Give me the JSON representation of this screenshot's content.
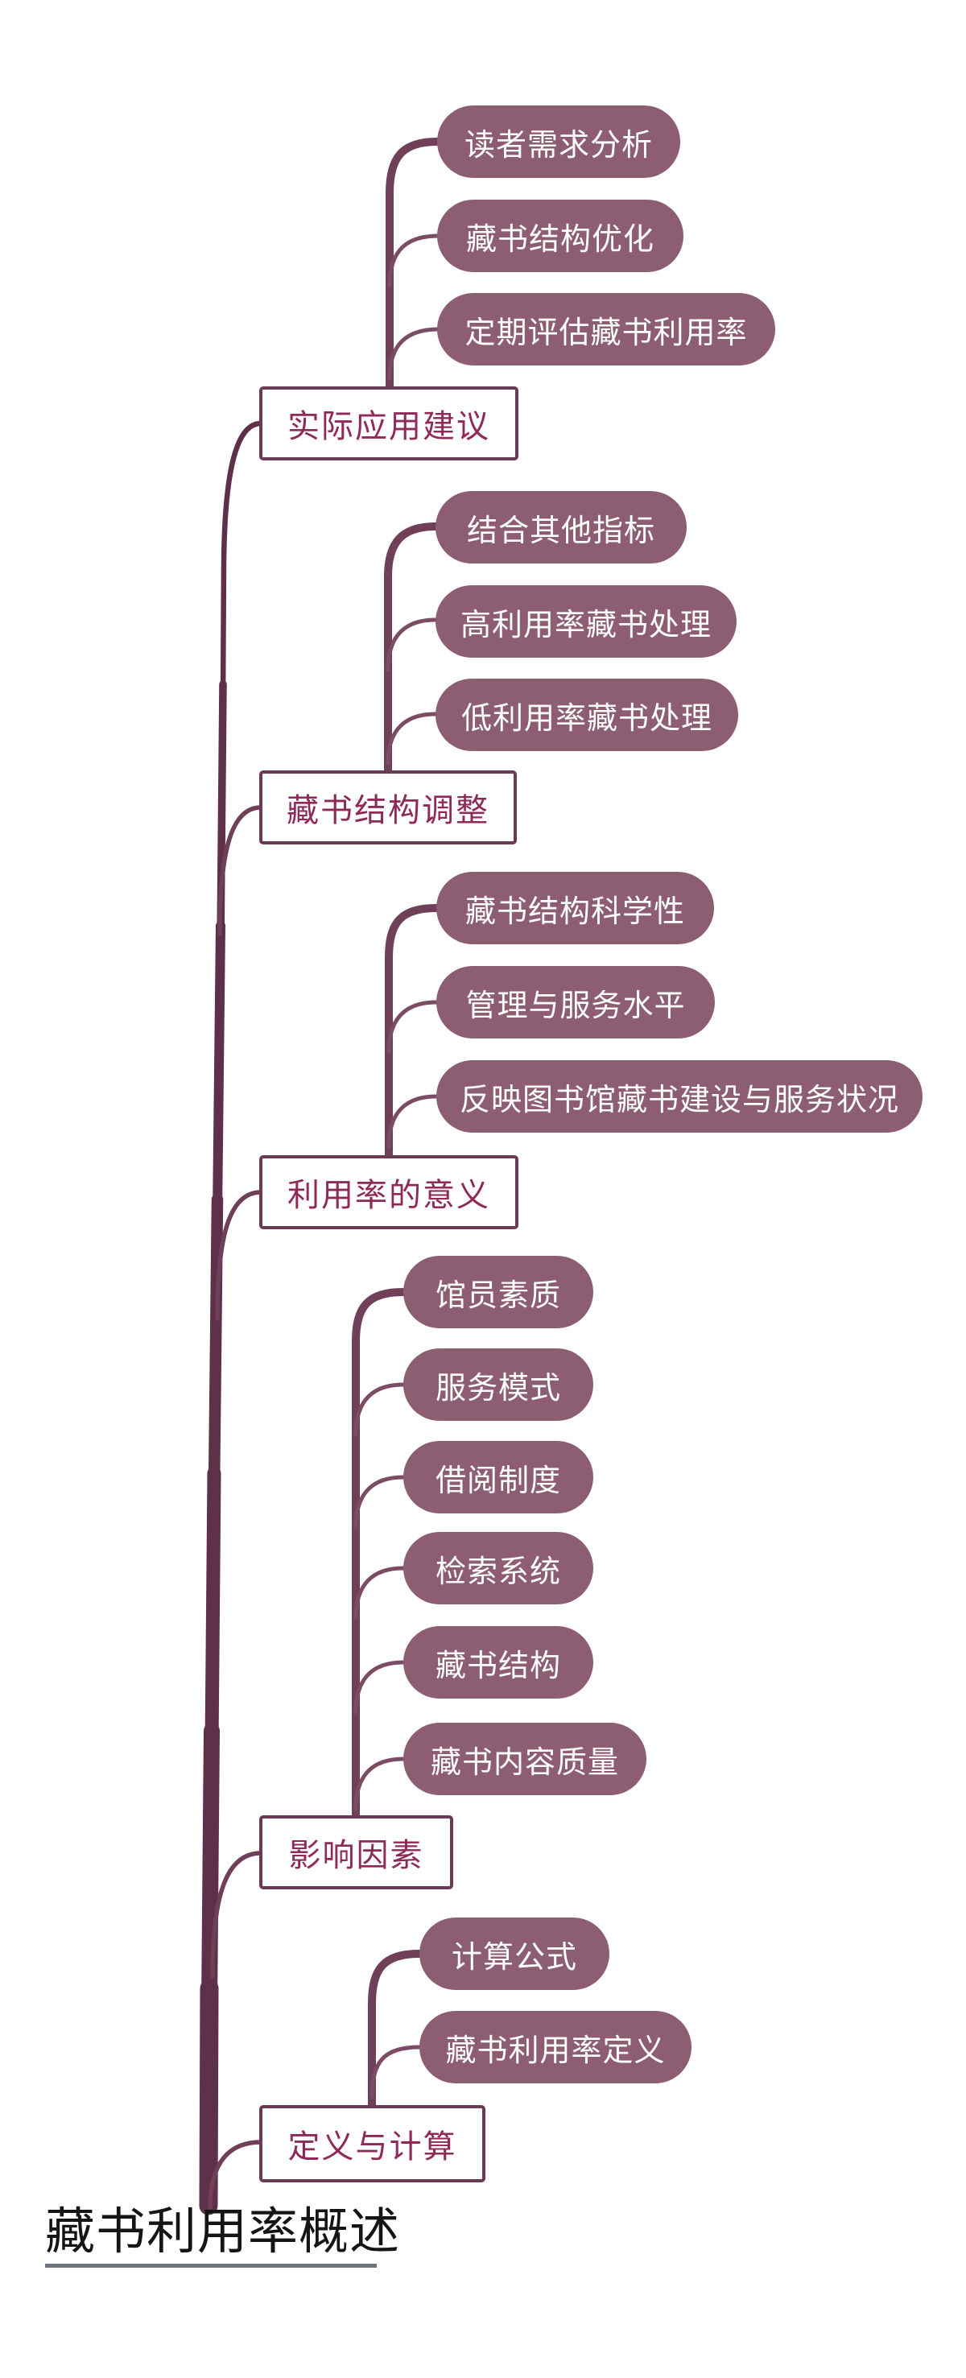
{
  "diagram": {
    "type": "mindmap",
    "orientation": "bottom-root-upward-tree"
  },
  "root": {
    "label": "藏书利用率概述"
  },
  "branches": [
    {
      "label": "实际应用建议",
      "children": [
        {
          "label": "读者需求分析"
        },
        {
          "label": "藏书结构优化"
        },
        {
          "label": "定期评估藏书利用率"
        }
      ]
    },
    {
      "label": "藏书结构调整",
      "children": [
        {
          "label": "结合其他指标"
        },
        {
          "label": "高利用率藏书处理"
        },
        {
          "label": "低利用率藏书处理"
        }
      ]
    },
    {
      "label": "利用率的意义",
      "children": [
        {
          "label": "藏书结构科学性"
        },
        {
          "label": "管理与服务水平"
        },
        {
          "label": "反映图书馆藏书建设与服务状况"
        }
      ]
    },
    {
      "label": "影响因素",
      "children": [
        {
          "label": "馆员素质"
        },
        {
          "label": "服务模式"
        },
        {
          "label": "借阅制度"
        },
        {
          "label": "检索系统"
        },
        {
          "label": "藏书结构"
        },
        {
          "label": "藏书内容质量"
        }
      ]
    },
    {
      "label": "定义与计算",
      "children": [
        {
          "label": "计算公式"
        },
        {
          "label": "藏书利用率定义"
        }
      ]
    }
  ],
  "palette": {
    "pill_fill": "#8D5E71",
    "pill_text": "#FFFFFF",
    "trunk": "#5E3049",
    "branch_line": "#6F4058",
    "child_line": "#7B4C64",
    "box_border": "#6B3A54",
    "box_text": "#8E2958",
    "root_text": "#151515",
    "underline": "#6B7580"
  }
}
